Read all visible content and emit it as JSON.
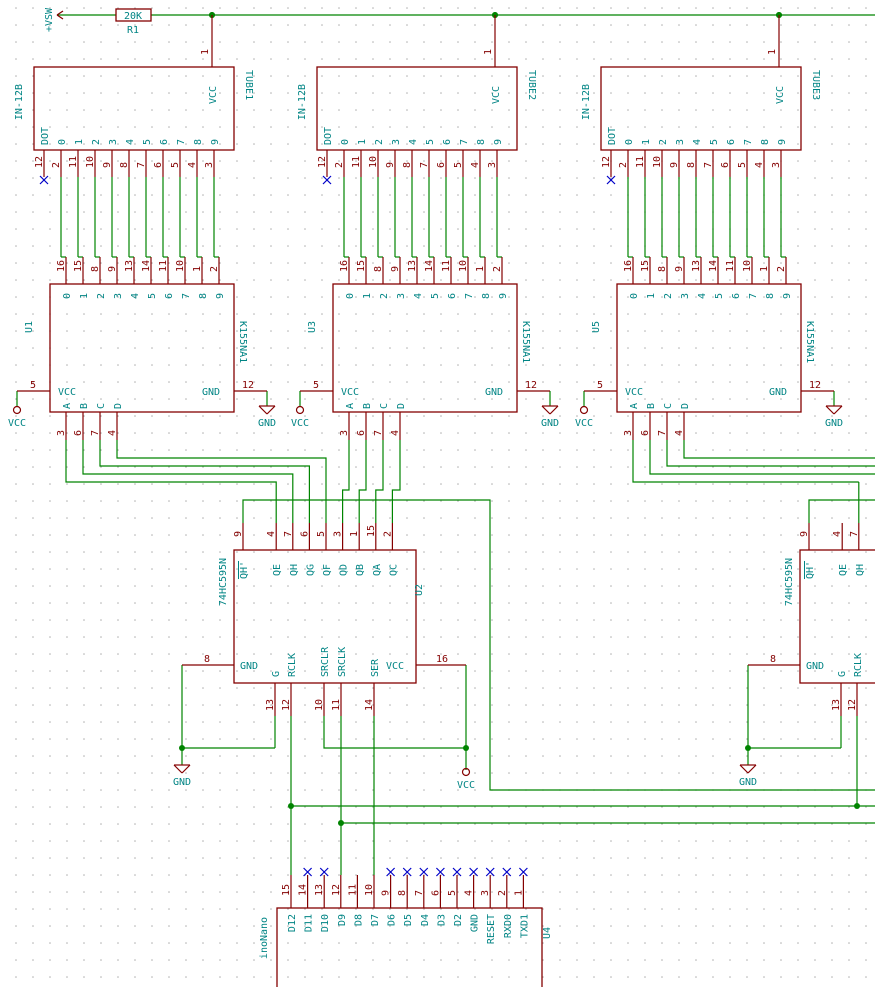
{
  "colors": {
    "wire": "#008400",
    "body": "#840000",
    "text": "#008484",
    "pin": "#840000",
    "nc": "#0000c8",
    "grid": "#b0b0b0",
    "junction": "#008400"
  },
  "power": {
    "vsw": "+VSW",
    "vcc": "VCC",
    "gnd": "GND"
  },
  "resistor": {
    "value": "20K",
    "ref": "R1"
  },
  "tube": {
    "part": "IN-12B",
    "refs": [
      "TUBE1",
      "TUBE2",
      "TUBE3"
    ],
    "vcc_label": "VCC",
    "vcc_pin": "1",
    "top_labels": [
      "DOT",
      "0",
      "1",
      "2",
      "3",
      "4",
      "5",
      "6",
      "7",
      "8",
      "9"
    ],
    "bottom_pins": [
      "12",
      "2",
      "11",
      "10",
      "9",
      "8",
      "7",
      "6",
      "5",
      "4",
      "3"
    ]
  },
  "decoder": {
    "part": "K155NA1",
    "refs": [
      "U1",
      "U3",
      "U5"
    ],
    "top_pins": [
      "16",
      "15",
      "8",
      "9",
      "13",
      "14",
      "11",
      "10",
      "1",
      "2"
    ],
    "top_labels": [
      "0",
      "1",
      "2",
      "3",
      "4",
      "5",
      "6",
      "7",
      "8",
      "9"
    ],
    "vcc_label": "VCC",
    "vcc_pin": "5",
    "gnd_label": "GND",
    "gnd_pin": "12",
    "input_labels": [
      "A",
      "B",
      "C",
      "D"
    ],
    "input_pins": [
      "3",
      "6",
      "7",
      "4"
    ]
  },
  "shift": {
    "part": "74HC595N",
    "refs": [
      "U2",
      ""
    ],
    "top_pins": [
      "9",
      "4",
      "7",
      "6",
      "5",
      "3",
      "1",
      "15",
      "2"
    ],
    "top_labels": [
      "QH'",
      "QE",
      "QH",
      "QG",
      "QF",
      "QD",
      "QB",
      "QA",
      "QC"
    ],
    "gnd_label": "GND",
    "gnd_pin": "8",
    "vcc_label": "VCC",
    "vcc_pin": "16",
    "bottom_labels": [
      "G",
      "RCLK",
      "SRCLR",
      "SRCLK",
      "SER"
    ],
    "bottom_pins": [
      "13",
      "12",
      "10",
      "11",
      "14"
    ]
  },
  "mcu": {
    "ref": "U4",
    "part": "inoNano",
    "labels": [
      "D12",
      "D11",
      "D10",
      "D9",
      "D8",
      "D7",
      "D6",
      "D5",
      "D4",
      "D3",
      "D2",
      "GND",
      "RESET",
      "RXD0",
      "TXD1"
    ],
    "pins": [
      "15",
      "14",
      "13",
      "12",
      "11",
      "10",
      "9",
      "8",
      "7",
      "6",
      "5",
      "4",
      "3",
      "2",
      "1"
    ]
  }
}
